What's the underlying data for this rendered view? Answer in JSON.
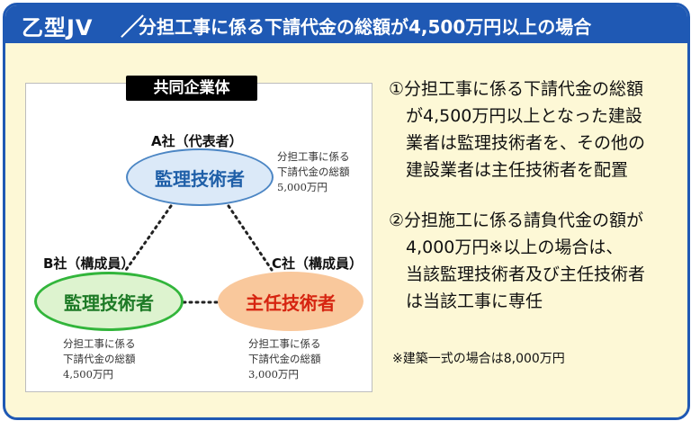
{
  "header": {
    "jv_type": "乙型JV",
    "slash": "／",
    "headline": "分担工事に係る下請代金の総額が4,500万円以上の場合"
  },
  "diagram": {
    "label": "共同企業体",
    "company_a": {
      "name": "A社（代表者）",
      "role": "監理技術者",
      "amount_lines": [
        "分担工事に係る",
        "下請代金の総額",
        "5,000万円"
      ]
    },
    "company_b": {
      "name": "B社（構成員）",
      "role": "監理技術者",
      "amount_lines": [
        "分担工事に係る",
        "下請代金の総額",
        "4,500万円"
      ]
    },
    "company_c": {
      "name": "C社（構成員）",
      "role": "主任技術者",
      "amount_lines": [
        "分担工事に係る",
        "下請代金の総額",
        "3,000万円"
      ]
    }
  },
  "rules": {
    "rule1_lines": [
      "①分担工事に係る下請代金の総額",
      "　が4,500万円以上となった建設",
      "　業者は監理技術者を、その他の",
      "　建設業者は主任技術者を配置"
    ],
    "rule2_lines": [
      "②分担施工に係る請負代金の額が",
      "　4,000万円※以上の場合は、",
      "　当該監理技術者及び主任技術者",
      "　は当該工事に専任"
    ],
    "note": "※建築一式の場合は8,000万円"
  },
  "colors": {
    "header_blue": "#1f59b4",
    "panel_cream": "#fdf8d6",
    "ellipse_a_fill": "#dbe9f8",
    "ellipse_b_fill": "#ddf3cf",
    "ellipse_c_fill": "#f9c89c",
    "role_c_text": "#d62410"
  }
}
